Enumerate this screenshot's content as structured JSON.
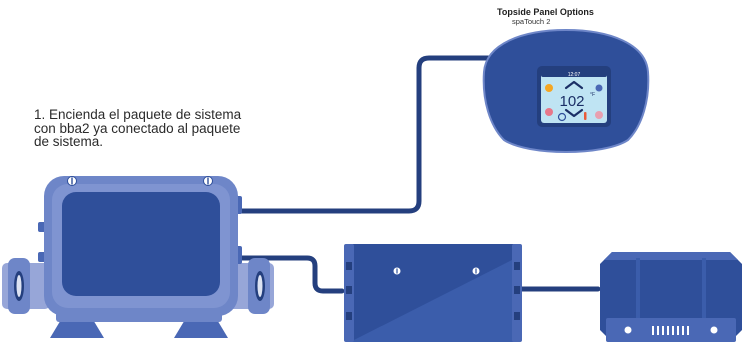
{
  "instruction": {
    "text": "1. Encienda el paquete de sistema\ncon bba2 ya conectado al paquete\nde sistema."
  },
  "topside": {
    "title": "Topside Panel Options",
    "subtitle": "spaTouch 2",
    "screen": {
      "status_time": "12:07",
      "temperature": "102",
      "unit": "°F"
    }
  },
  "colors": {
    "device_dark": "#2F4F9A",
    "device_mid": "#4A68B5",
    "device_light": "#6E86C8",
    "device_pale": "#97A6D8",
    "cable": "#243F7E",
    "screen_bg": "#BFE4F3"
  },
  "components": [
    "system-pack",
    "bba2-module",
    "power-module",
    "spatouch-2-panel"
  ]
}
